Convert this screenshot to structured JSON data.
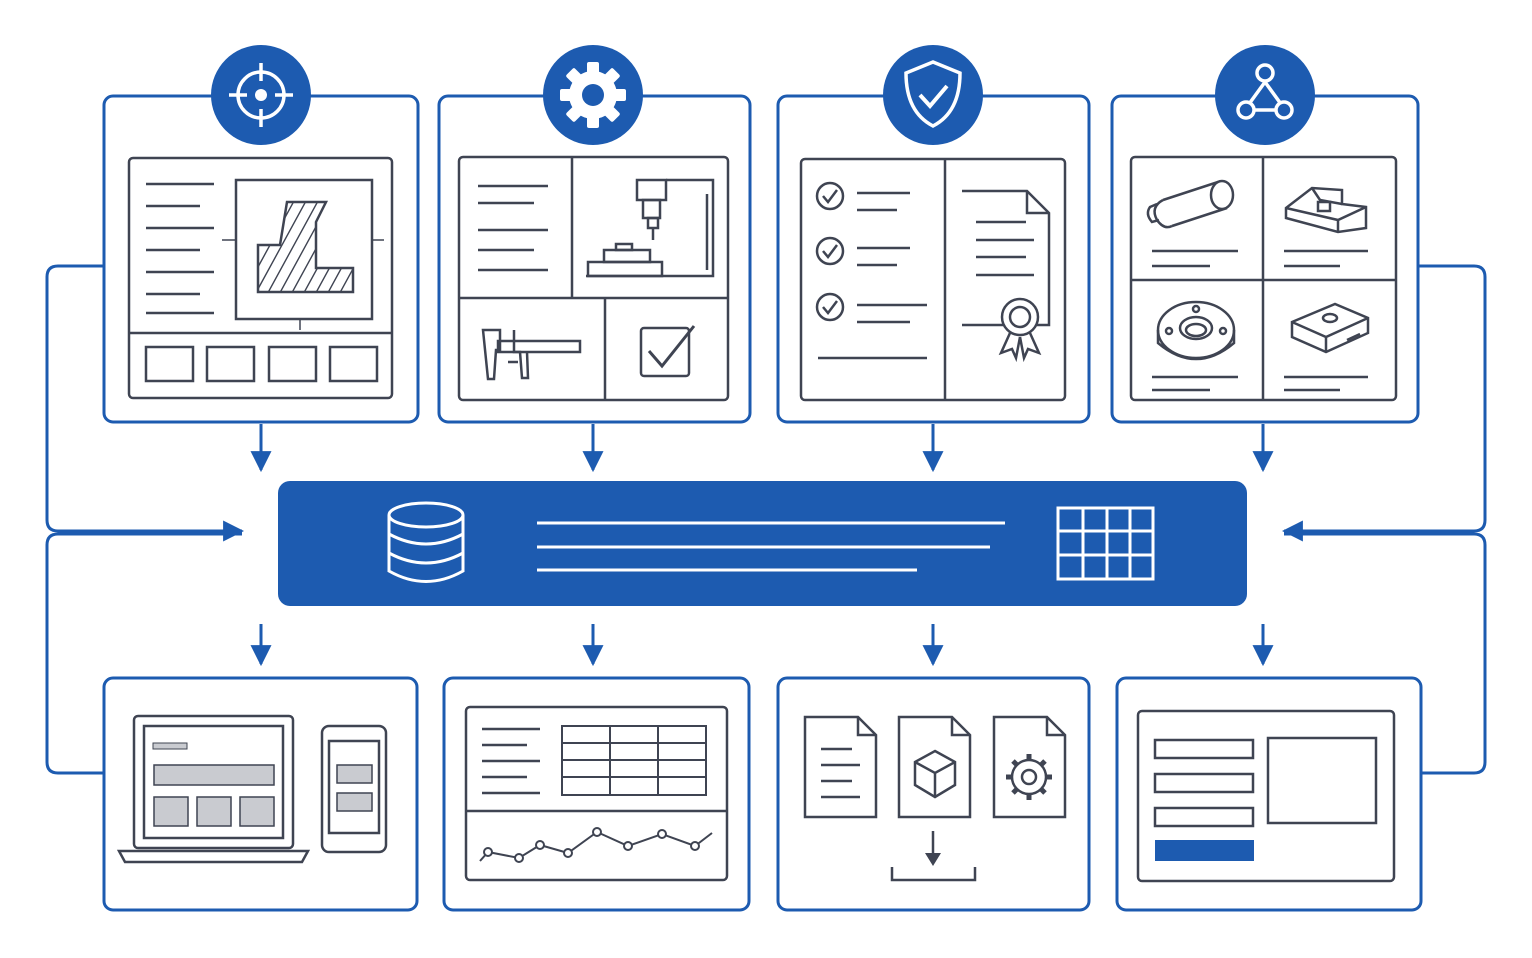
{
  "colors": {
    "brand_blue": "#1d5bb0",
    "line_gray": "#3f4452",
    "fill_gray": "#c9cbd0",
    "background": "#ffffff"
  },
  "stage_modules": [
    {
      "id": "design",
      "badge_icon": "crosshair-icon",
      "illustration": "cad-drawing-icon"
    },
    {
      "id": "manufacturing",
      "badge_icon": "gear-icon",
      "illustration": "cnc-machine-icon"
    },
    {
      "id": "quality",
      "badge_icon": "shield-check-icon",
      "illustration": "certificate-icon"
    },
    {
      "id": "parts",
      "badge_icon": "network-triangle-icon",
      "illustration": "parts-catalog-icon"
    }
  ],
  "central_hub": {
    "left_icon": "database-icon",
    "right_icon": "table-grid-icon"
  },
  "output_modules": [
    {
      "id": "devices",
      "illustration": "laptop-and-phone-icon"
    },
    {
      "id": "analytics",
      "illustration": "table-and-line-chart-icon"
    },
    {
      "id": "documents",
      "illustration": "file-downloads-icon"
    },
    {
      "id": "form",
      "illustration": "web-form-icon"
    }
  ]
}
